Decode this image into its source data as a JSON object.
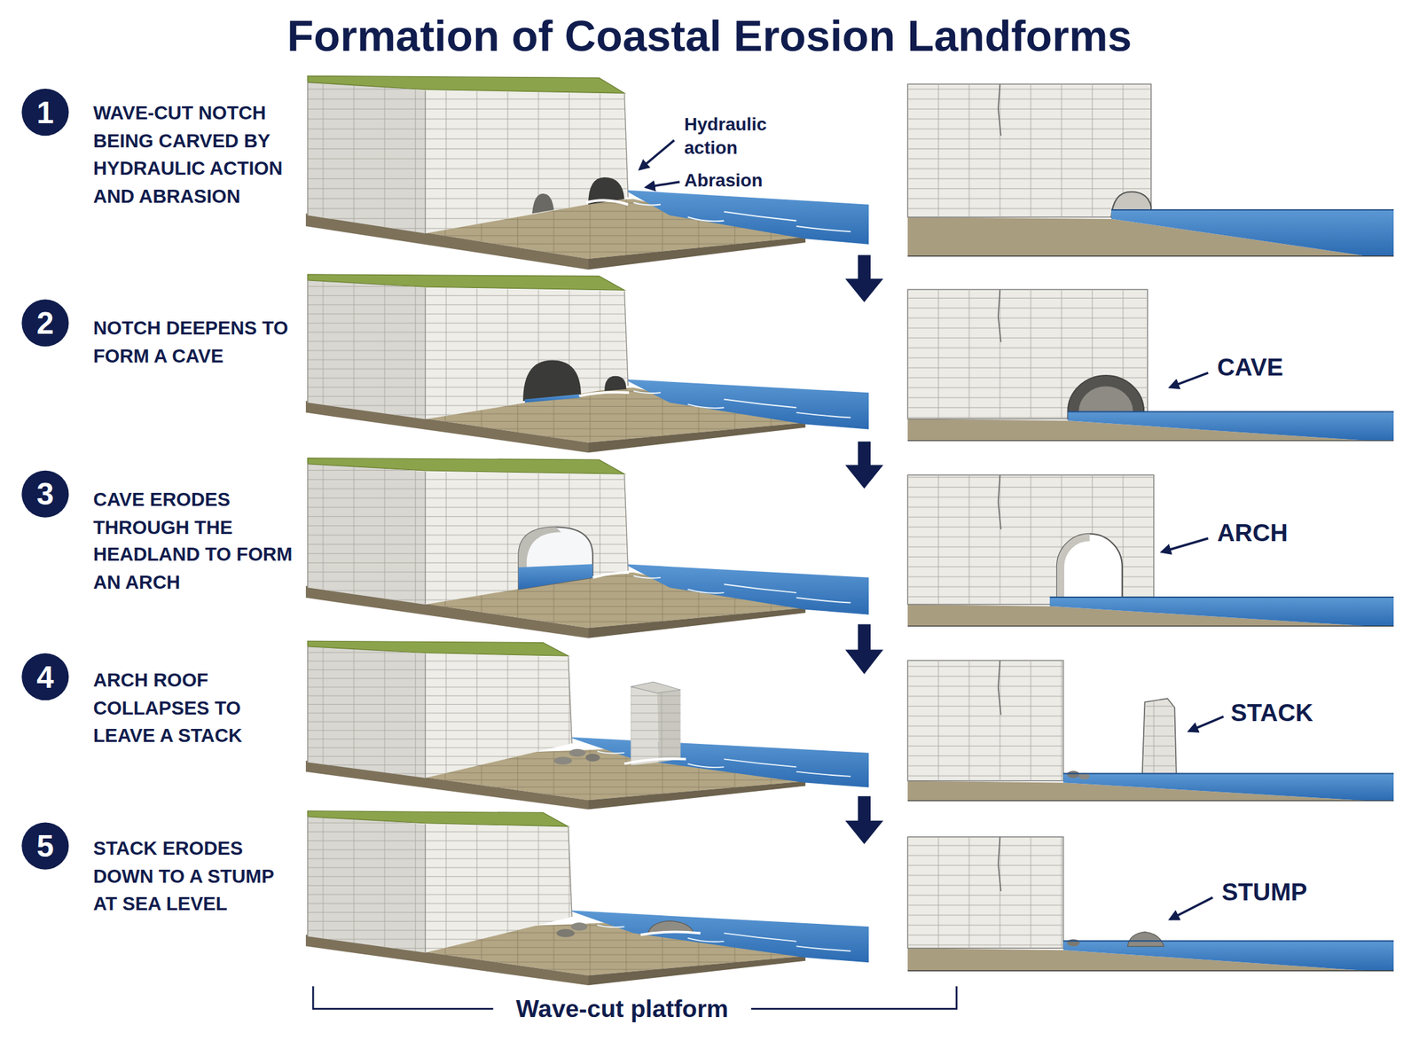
{
  "diagram": {
    "title": "Formation of Coastal Erosion Landforms",
    "nodes": [
      {
        "text": [
          "1"
        ]
      },
      {
        "text": [
          "2"
        ]
      },
      {
        "text": [
          "3"
        ]
      },
      {
        "text": [
          "4"
        ]
      },
      {
        "text": [
          "5"
        ]
      }
    ],
    "labels": [
      "WAVE-CUT NOTCH BEING CARVED BY HYDRAULIC ACTION AND ABRASION",
      "Hydraulic action",
      "Abrasion",
      "NOTCH DEEPENS TO FORM A CAVE",
      "CAVE",
      "CAVE ERODES THROUGH THE HEADLAND TO FORM AN ARCH",
      "ARCH",
      "ARCH ROOF COLLAPSES TO LEAVE A STACK",
      "STACK",
      "STACK ERODES DOWN TO A STUMP AT SEA LEVEL",
      "STUMP",
      "Wave-cut platform"
    ]
  }
}
